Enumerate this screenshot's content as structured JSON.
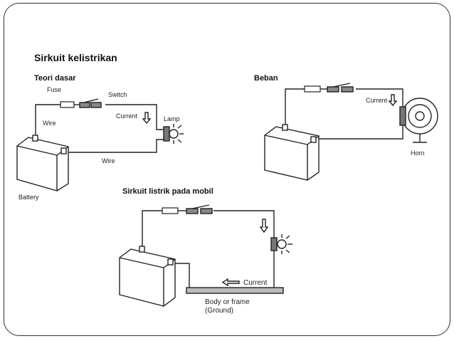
{
  "slide": {
    "title": "Sirkuit kelistrikan",
    "section_basic": "Teori dasar",
    "section_load": "Beban",
    "section_car": "Sirkuit listrik pada mobil"
  },
  "diagram_basic": {
    "fuse": "Fuse",
    "switch": "Switch",
    "current": "Current",
    "lamp": "Lamp",
    "wire_top": "Wire",
    "wire_bottom": "Wire",
    "battery": "Battery"
  },
  "diagram_load": {
    "current": "Current",
    "horn": "Horn"
  },
  "diagram_car": {
    "current": "Current",
    "body_line1": "Body or frame",
    "body_line2": "(Ground)"
  }
}
